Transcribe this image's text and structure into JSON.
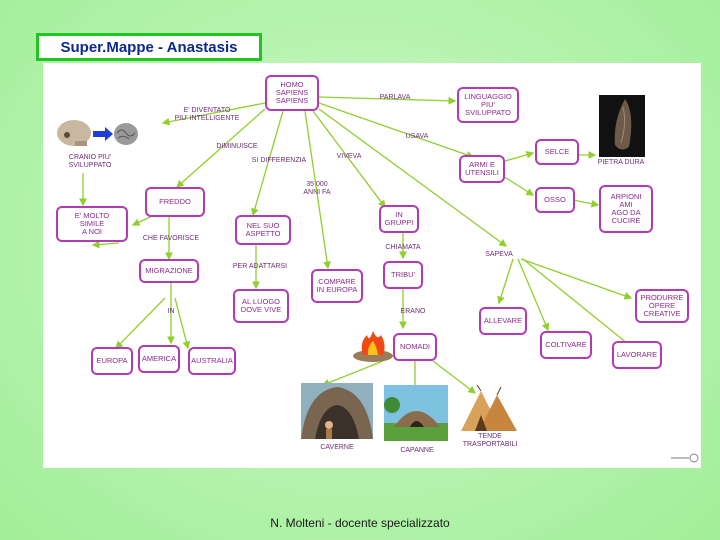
{
  "header": {
    "title": "Super.Mappe - Anastasis"
  },
  "footer": {
    "caption": "N. Molteni - docente specializzato"
  },
  "nodes": {
    "homo": "HOMO\nSAPIENS\nSAPIENS",
    "linguaggio": "LINGUAGGIO\nPIU'\nSVILUPPATO",
    "freddo": "FREDDO",
    "molto_simile": "E' MOLTO\nSIMILE\nA NOI",
    "migrazione": "MIGRAZIONE",
    "suo_aspetto": "NEL SUO\nASPETTO",
    "luogo": "AL LUOGO\nDOVE VIVE",
    "compare": "COMPARE\nIN EUROPA",
    "gruppi": "IN\nGRUPPI",
    "tribu": "TRIBU'",
    "nomadi": "NOMADI",
    "armi": "ARMI E\nUTENSILI",
    "selce": "SELCE",
    "osso": "OSSO",
    "arpioni": "ARPIONI\nAMI\nAGO DA\nCUCIRE",
    "produrre": "PRODURRE\nOPERE\nCREATIVE",
    "allevare": "ALLEVARE",
    "coltivare": "COLTIVARE",
    "lavorare": "LAVORARE",
    "europa": "EUROPA",
    "america": "AMERICA",
    "australia": "AUSTRALIA"
  },
  "labels": {
    "diventato": "E' DIVENTATO\nPIU' INTELLIGENTE",
    "parlava": "PARLAVA",
    "usava": "USAVA",
    "diminuisce": "DIMINUISCE",
    "si_differenzia": "SI DIFFERENZIA",
    "viveva": "VIVEVA",
    "anni": "35 000\nANNI FA",
    "cranio": "CRANIO PIU'\nSVILUPPATO",
    "che_favorisce": "CHE FAVORISCE",
    "per_adattarsi": "PER ADATTARSI",
    "chiamata": "CHIAMATA",
    "sapeva": "SAPEVA",
    "erano": "ERANO",
    "in": "IN",
    "pietra_dura": "PIETRA DURA",
    "caverne": "CAVERNE",
    "capanne": "CAPANNE",
    "tende": "TENDE\nTRASPORTABILI"
  },
  "colors": {
    "node_border": "#b23bb5",
    "node_text": "#8a2a8e",
    "link": "#8fcf2e",
    "title_border": "#22c422",
    "title_text": "#0b2a8c"
  },
  "icons": [
    "skull-icon",
    "brain-icon",
    "arrow-right-icon",
    "flint-tool-icon",
    "fire-icon",
    "cave-icon",
    "hut-icon",
    "tent-icon",
    "logo-icon"
  ]
}
